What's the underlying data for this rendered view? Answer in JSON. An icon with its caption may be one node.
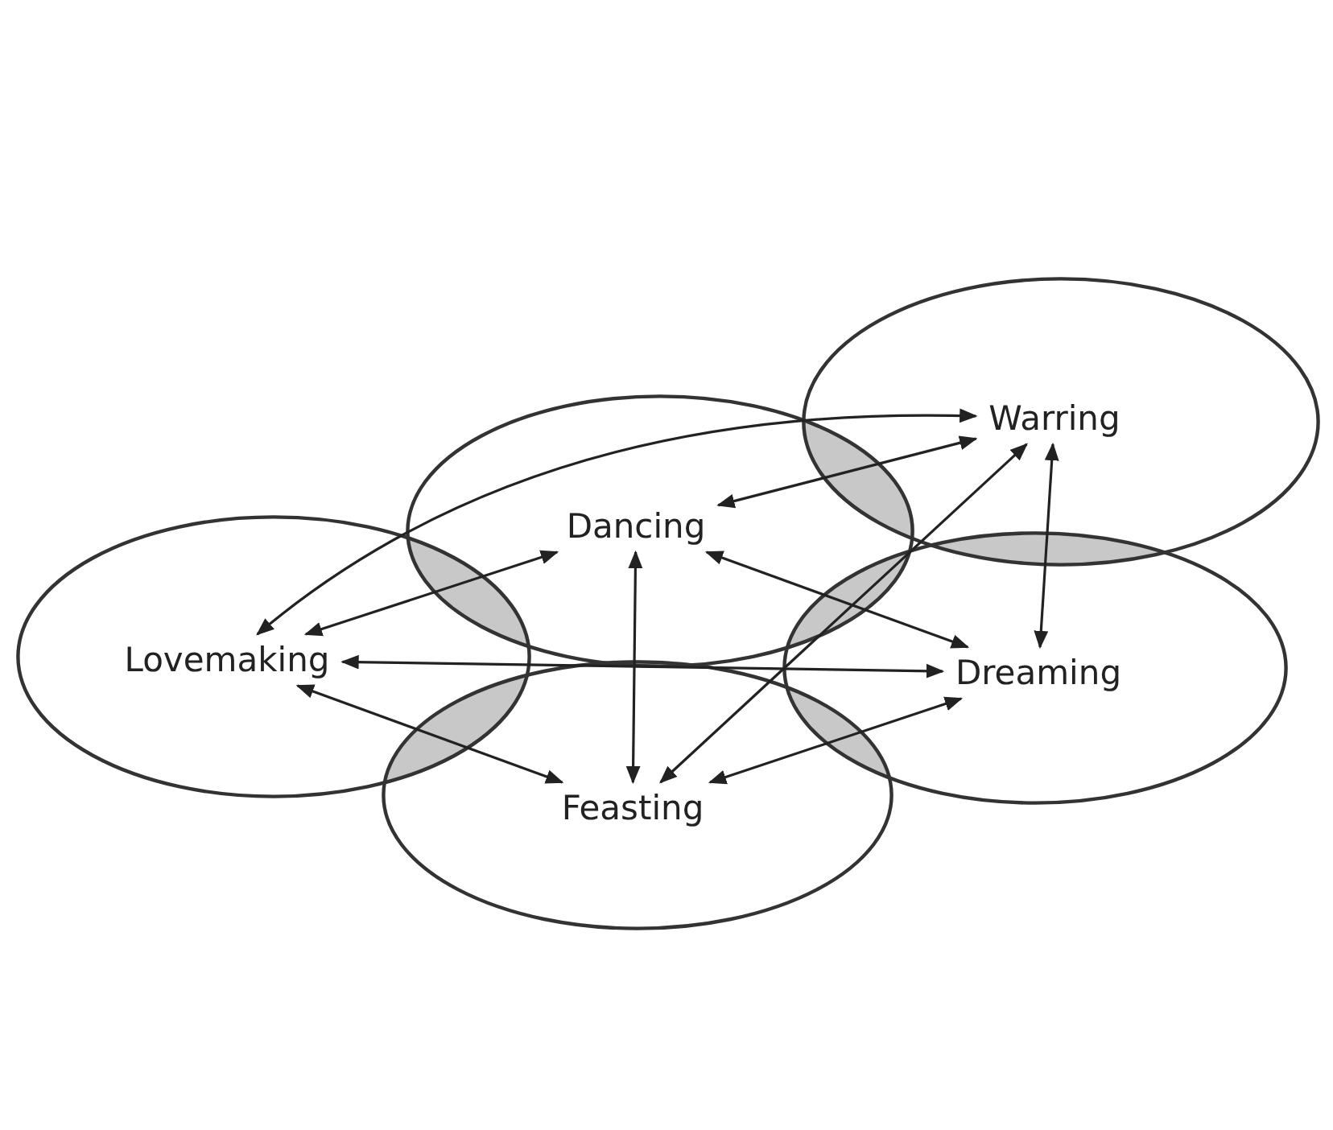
{
  "diagram": {
    "nodes": [
      {
        "text": [],
        "shape": "ellipse"
      },
      {
        "text": [],
        "shape": "ellipse"
      },
      {
        "text": [],
        "shape": "ellipse"
      },
      {
        "text": [],
        "shape": "ellipse"
      },
      {
        "text": [],
        "shape": "ellipse"
      },
      {
        "text": [
          "Lovemaking"
        ],
        "in": 0
      },
      {
        "text": [
          "Dancing"
        ],
        "in": 1
      },
      {
        "text": [
          "Warring"
        ],
        "in": 2
      },
      {
        "text": [
          "Dreaming"
        ],
        "in": 3
      },
      {
        "text": [
          "Feasting"
        ],
        "in": 4
      }
    ],
    "edges": [
      {
        "from": 5,
        "to": 6,
        "arrow": "both"
      },
      {
        "from": 5,
        "to": 7,
        "arrow": "both"
      },
      {
        "from": 5,
        "to": 8,
        "arrow": "both"
      },
      {
        "from": 5,
        "to": 9,
        "arrow": "both"
      },
      {
        "from": 6,
        "to": 7,
        "arrow": "both"
      },
      {
        "from": 6,
        "to": 8,
        "arrow": "both"
      },
      {
        "from": 6,
        "to": 9,
        "arrow": "both"
      },
      {
        "from": 7,
        "to": 8,
        "arrow": "both"
      },
      {
        "from": 7,
        "to": 9,
        "arrow": "both"
      },
      {
        "from": 8,
        "to": 9,
        "arrow": "both"
      }
    ]
  }
}
